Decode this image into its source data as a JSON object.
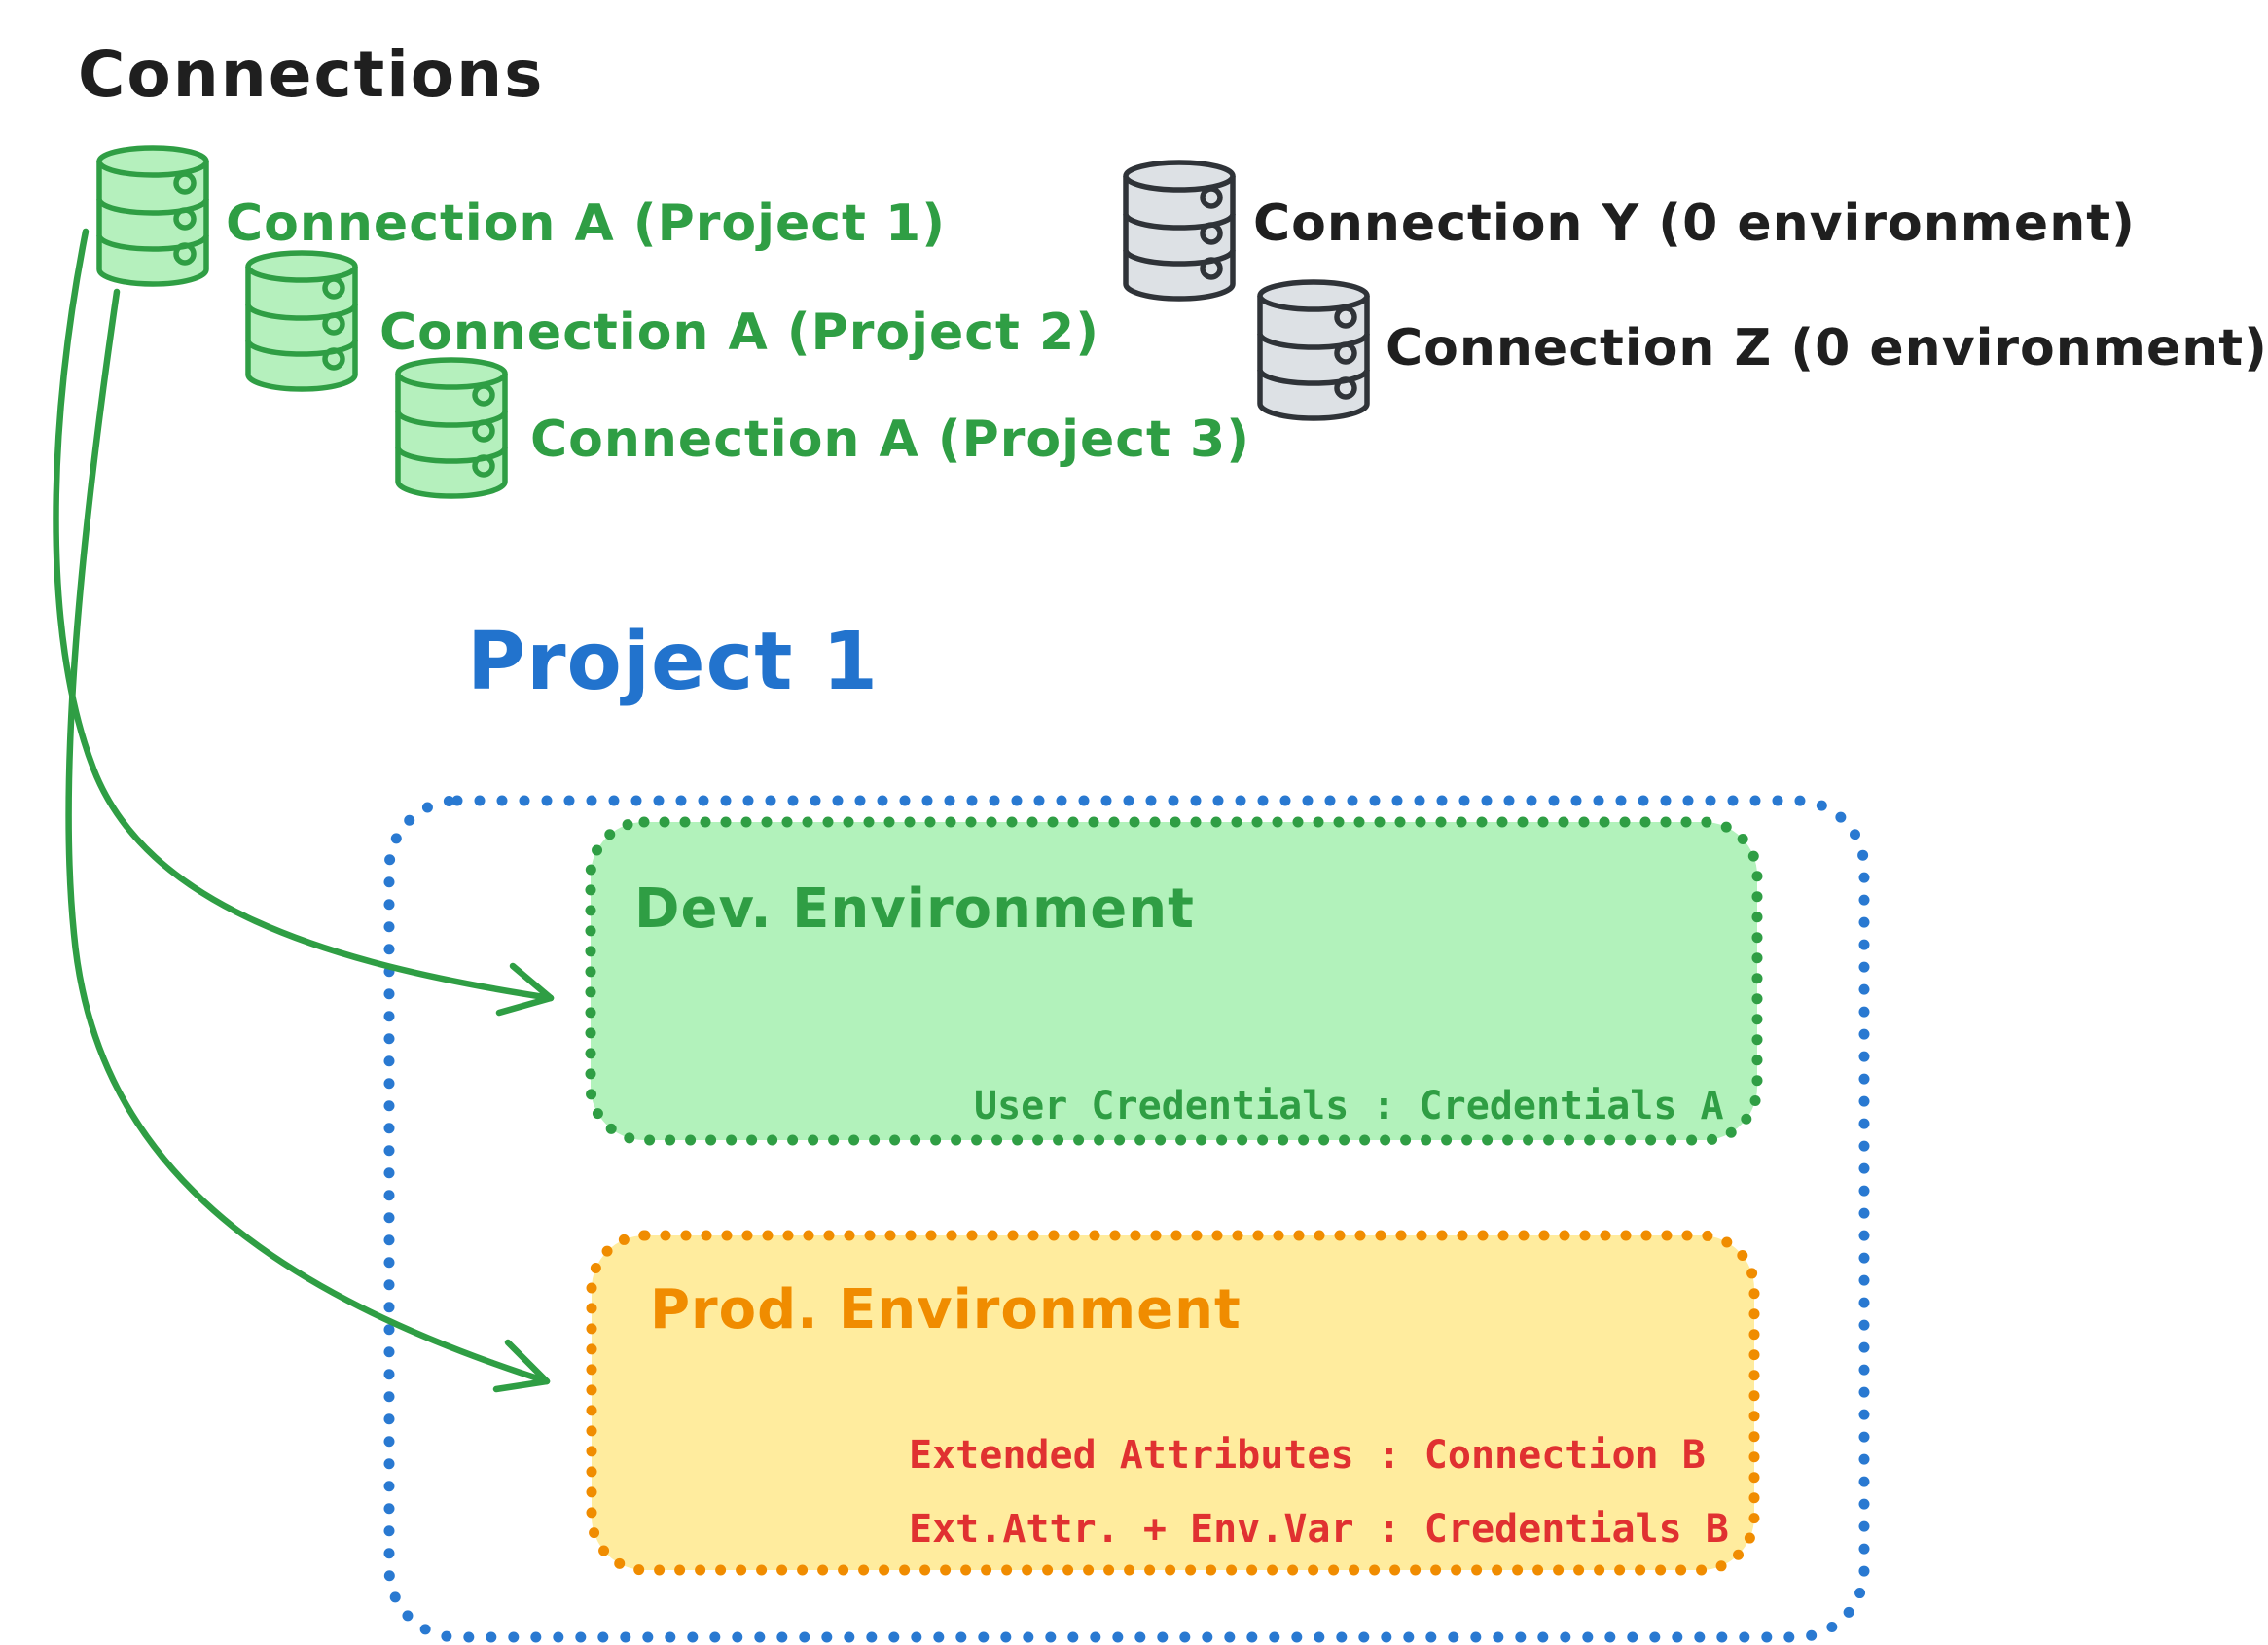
{
  "diagram": {
    "title": "Connections",
    "connections": {
      "project_scoped": [
        {
          "name": "Connection A (Project 1)",
          "icon": "database-icon",
          "color": "#2f9e44"
        },
        {
          "name": "Connection A (Project 2)",
          "icon": "database-icon",
          "color": "#2f9e44"
        },
        {
          "name": "Connection A (Project 3)",
          "icon": "database-icon",
          "color": "#2f9e44"
        }
      ],
      "unassigned": [
        {
          "name": "Connection Y (0 environment)",
          "icon": "database-icon",
          "color": "#868e96"
        },
        {
          "name": "Connection Z (0 environment)",
          "icon": "database-icon",
          "color": "#868e96"
        }
      ]
    },
    "project": {
      "title": "Project 1",
      "border_color": "#2979d1",
      "environments": [
        {
          "title": "Dev. Environment",
          "fill": "#b2f2bb",
          "border_color": "#2f9e44",
          "title_color": "#2f9e44",
          "text_color": "#2f9e44",
          "mappings": [
            "User Credentials : Credentials A"
          ]
        },
        {
          "title": "Prod. Environment",
          "fill": "#ffec9e",
          "border_color": "#f08c00",
          "title_color": "#f08c00",
          "text_color": "#e03131",
          "mappings": [
            "Extended Attributes : Connection B",
            "Ext.Attr. + Env.Var : Credentials B"
          ]
        }
      ]
    },
    "arrows": [
      {
        "from": "Connection A (Project 1)",
        "to": "Dev. Environment",
        "color": "#2f9e44"
      },
      {
        "from": "Connection A (Project 1)",
        "to": "Prod. Environment",
        "color": "#2f9e44"
      }
    ]
  }
}
